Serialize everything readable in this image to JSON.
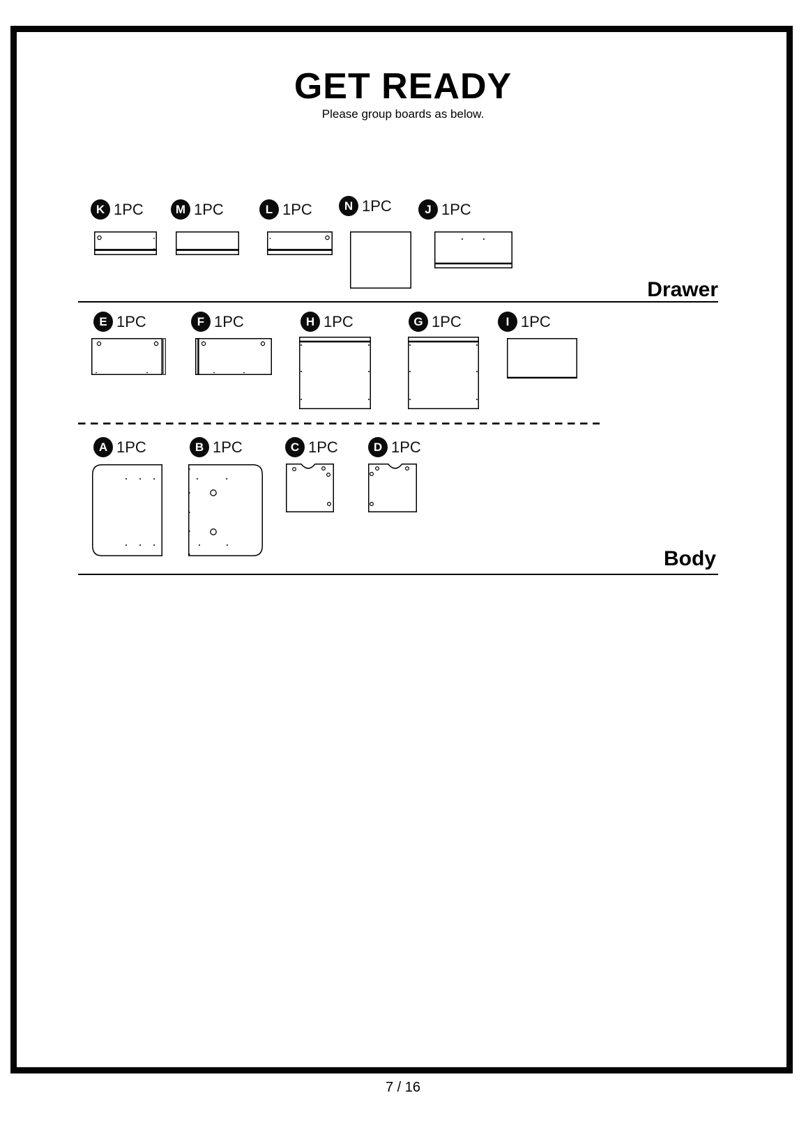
{
  "page": {
    "title": "GET READY",
    "subtitle": "Please group boards as below.",
    "page_number": "7 / 16"
  },
  "sections": {
    "drawer": {
      "label": "Drawer"
    },
    "body": {
      "label": "Body"
    }
  },
  "parts": {
    "K": {
      "id": "K",
      "qty": "1PC"
    },
    "M": {
      "id": "M",
      "qty": "1PC"
    },
    "L": {
      "id": "L",
      "qty": "1PC"
    },
    "N": {
      "id": "N",
      "qty": "1PC"
    },
    "J": {
      "id": "J",
      "qty": "1PC"
    },
    "E": {
      "id": "E",
      "qty": "1PC"
    },
    "F": {
      "id": "F",
      "qty": "1PC"
    },
    "H": {
      "id": "H",
      "qty": "1PC"
    },
    "G": {
      "id": "G",
      "qty": "1PC"
    },
    "I": {
      "id": "I",
      "qty": "1PC"
    },
    "A": {
      "id": "A",
      "qty": "1PC"
    },
    "B": {
      "id": "B",
      "qty": "1PC"
    },
    "C": {
      "id": "C",
      "qty": "1PC"
    },
    "D": {
      "id": "D",
      "qty": "1PC"
    }
  },
  "colors": {
    "ink": "#000000",
    "paper": "#ffffff"
  }
}
